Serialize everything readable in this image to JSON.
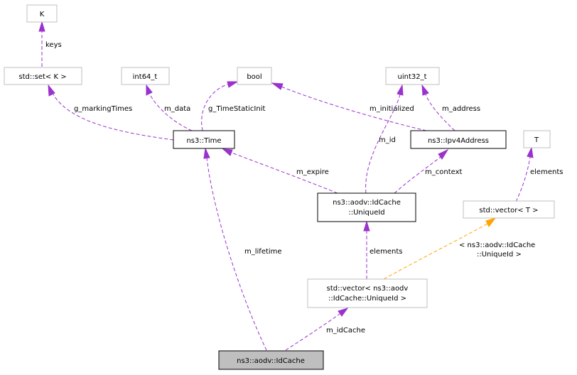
{
  "nodes": {
    "k": "K",
    "set": "std::set< K >",
    "int64": "int64_t",
    "bool": "bool",
    "uint32": "uint32_t",
    "time": "ns3::Time",
    "ipv4": "ns3::Ipv4Address",
    "t": "T",
    "uniqueid_1": "ns3::aodv::IdCache",
    "uniqueid_2": "::UniqueId",
    "vector_t": "std::vector< T >",
    "vector_u_1": "std::vector< ns3::aodv",
    "vector_u_2": "::IdCache::UniqueId >",
    "idcache": "ns3::aodv::IdCache"
  },
  "edges": {
    "keys": "keys",
    "g_markingTimes": "g_markingTimes",
    "m_data": "m_data",
    "g_TimeStaticInit": "g_TimeStaticInit",
    "m_initialized": "m_initialized",
    "m_address": "m_address",
    "m_id": "m_id",
    "m_expire": "m_expire",
    "m_context": "m_context",
    "elements_t": "elements",
    "elements_u": "elements",
    "m_lifetime": "m_lifetime",
    "m_idCache": "m_idCache",
    "template_1": "< ns3::aodv::IdCache",
    "template_2": "::UniqueId >"
  },
  "colors": {
    "member_edge": "#9a32cd",
    "template_edge": "#ffa500",
    "focus_fill": "#bfbfbf",
    "ref_border": "#bfbfbf",
    "strong_border": "#000000"
  }
}
